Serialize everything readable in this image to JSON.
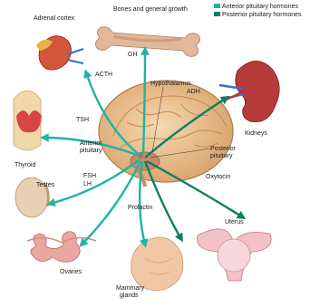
{
  "legend": {
    "anterior_label": "Anterior pituitary hormones",
    "anterior_color": "#1fb3a3",
    "posterior_label": "Posterior pituitary hormones",
    "posterior_color": "#0a7f62"
  },
  "labels": {
    "adrenal_cortex": "Adrenal cortex",
    "bones": "Bones and general growth",
    "gh": "GH",
    "acth": "ACTH",
    "hypothalamus": "Hypothalamus",
    "adh": "ADH",
    "kidneys": "Kidneys",
    "tsh": "TSH",
    "thyroid": "Thyroid",
    "anterior_pituitary": "Anterior pituitary",
    "posterior_pituitary": "Posterior pituitary",
    "fsh": "FSH",
    "lh": "LH",
    "testes": "Testes",
    "oxytocin": "Oxytocin",
    "prolactin": "Prolactin",
    "uterus": "Uterus",
    "ovaries": "Ovaries",
    "mammary_glands": "Mammary glands"
  },
  "icons": {
    "brain": "brain-icon",
    "adrenal": "adrenal-gland-icon",
    "bone": "bone-icon",
    "kidney": "kidney-icon",
    "thyroid": "thyroid-icon",
    "testis": "testis-icon",
    "ovaries": "ovaries-icon",
    "breast": "mammary-gland-icon",
    "uterus": "uterus-icon"
  }
}
